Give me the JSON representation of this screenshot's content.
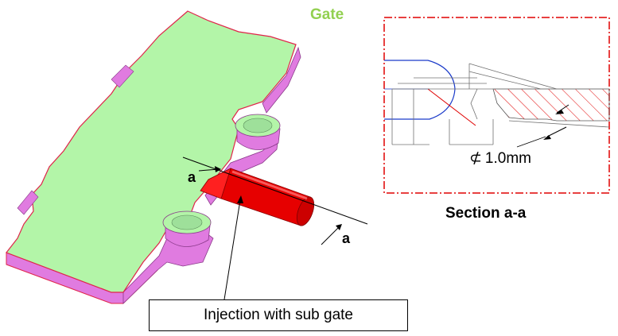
{
  "labels": {
    "gate_title": "Gate",
    "section_title": "Section a-a",
    "callout": "Injection with sub gate",
    "section_mark_upper": "a",
    "section_mark_lower": "a",
    "dimension_symbol": "⊄",
    "dimension_value": "1.0mm"
  },
  "colors": {
    "part_top": "#b3f5a8",
    "part_side": "#e07be0",
    "part_edge": "#e0244a",
    "runner": "#e60000",
    "frame_dashdot": "#e00000",
    "section_blue": "#1a3ac9",
    "hatch": "#e00000",
    "gate_title": "#92d050"
  }
}
